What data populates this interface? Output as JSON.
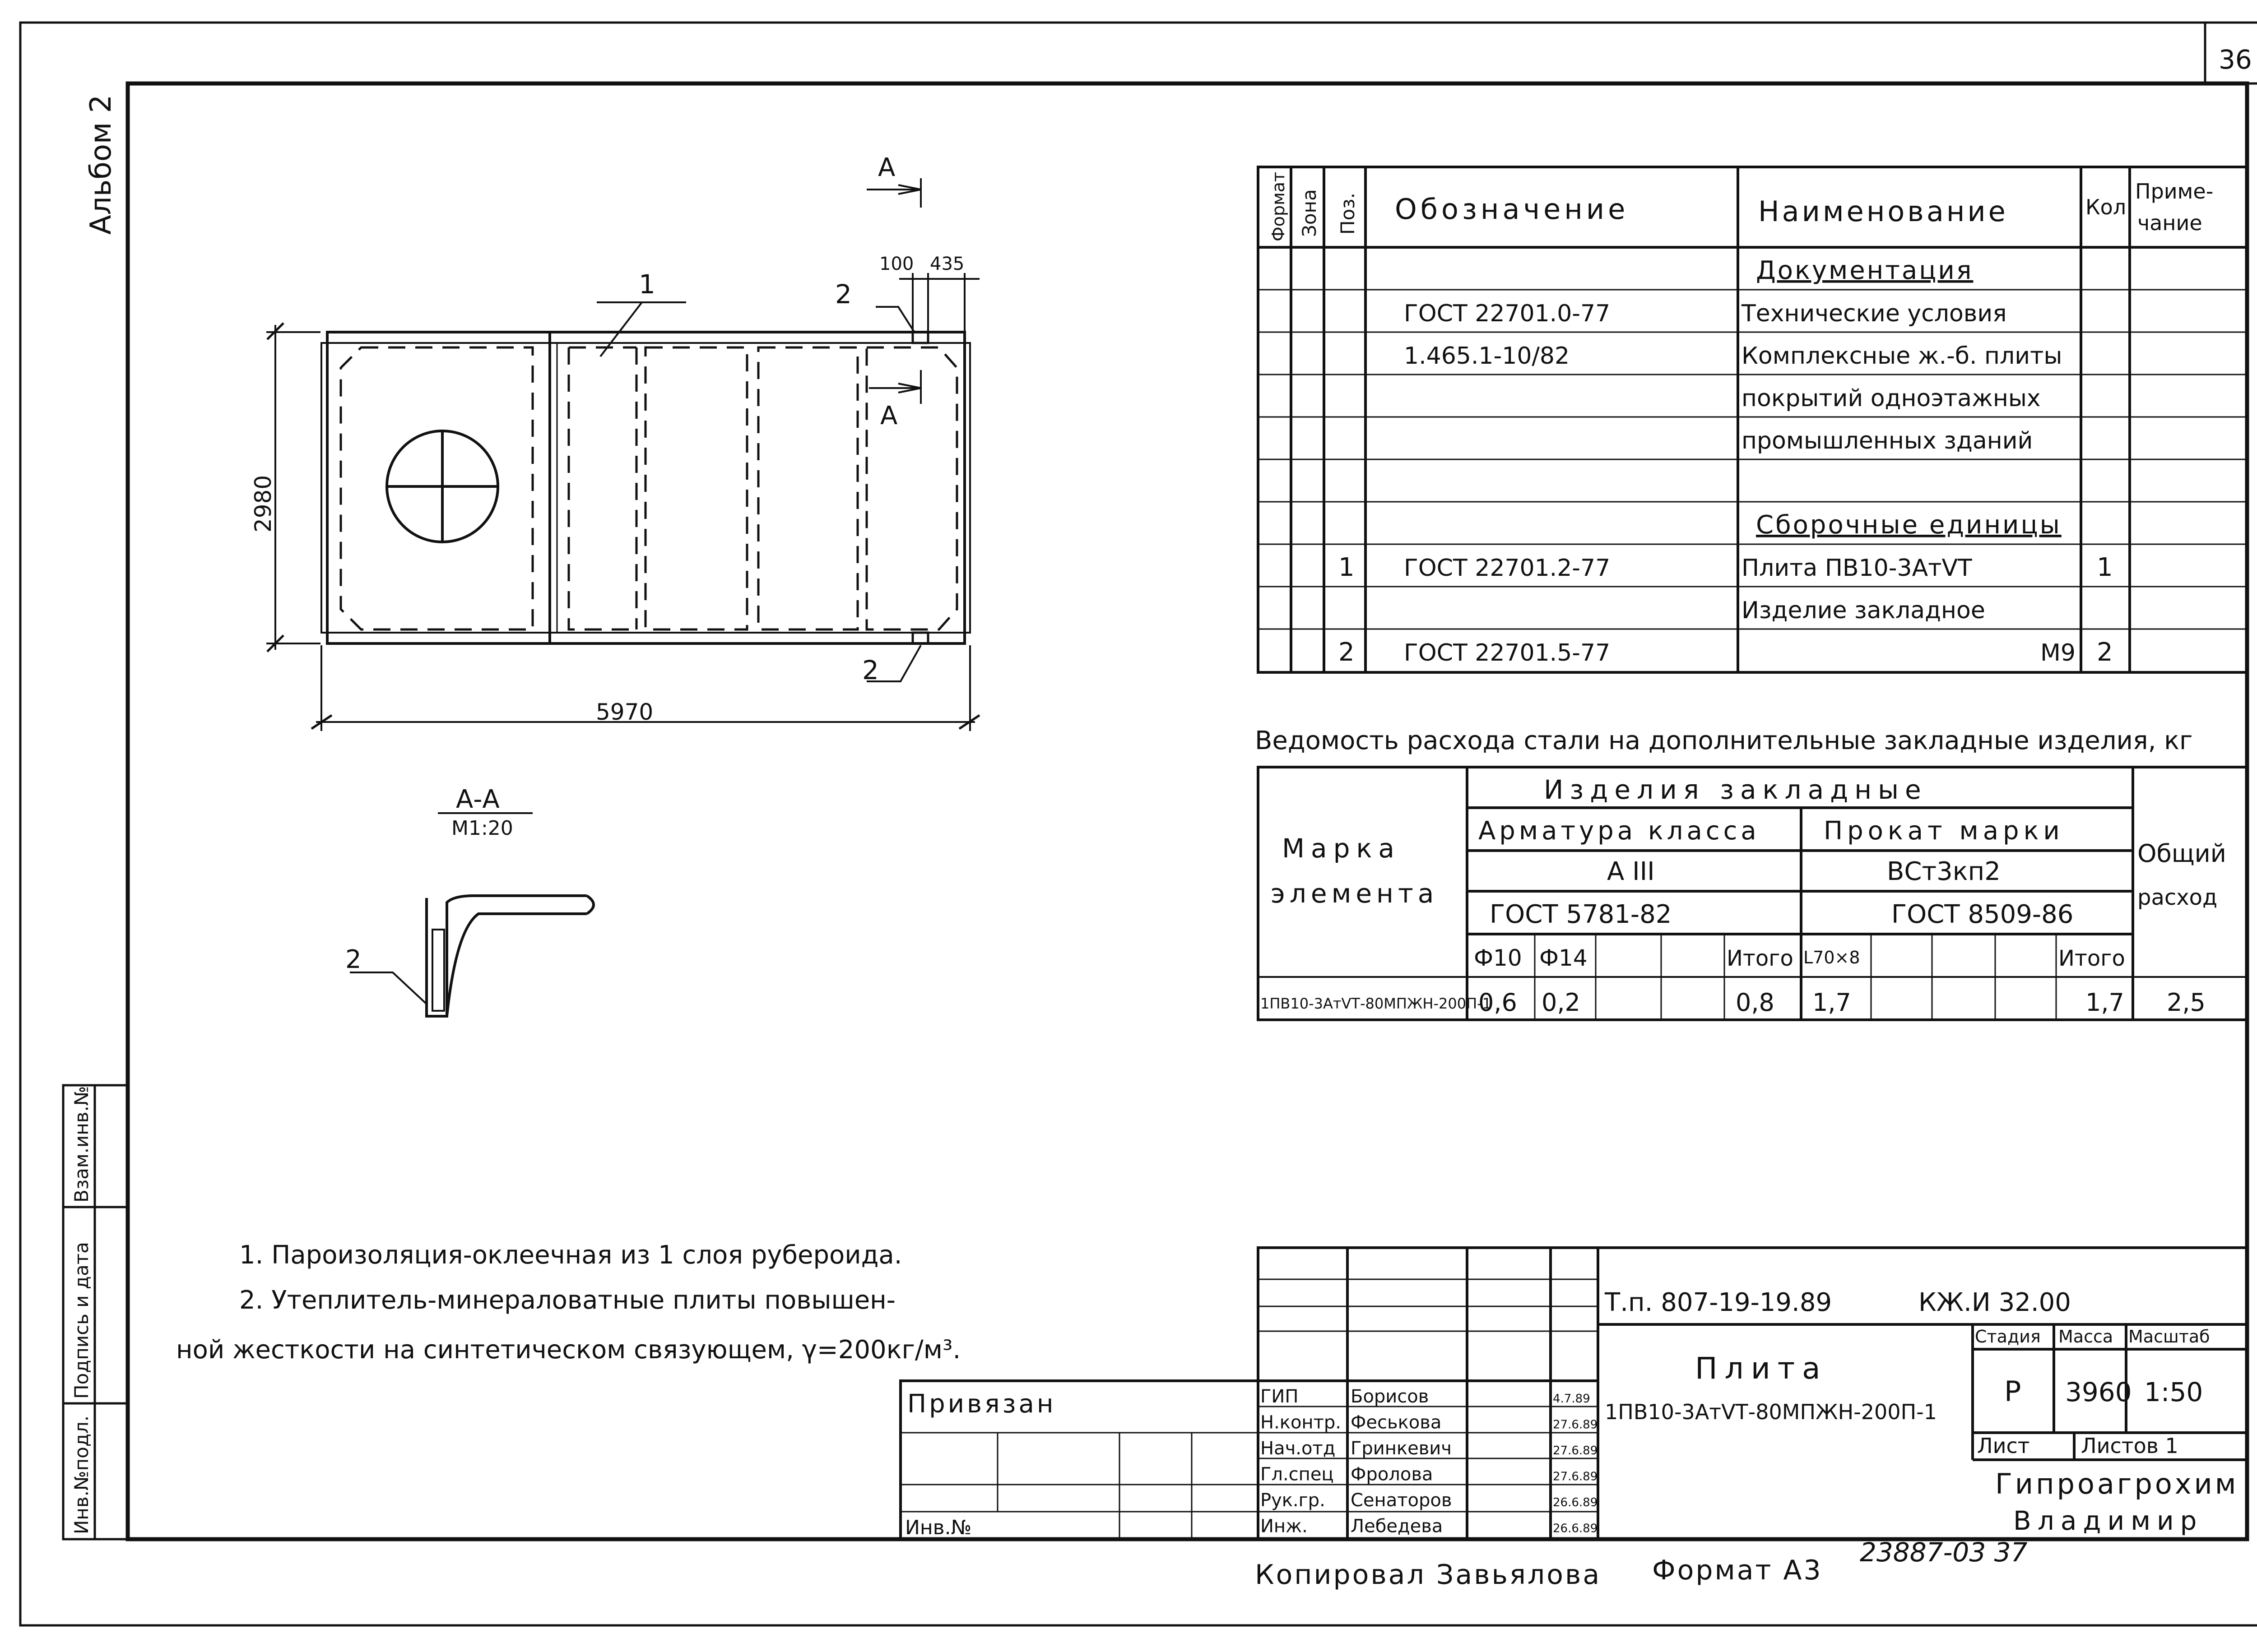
{
  "sheet_number": "36",
  "album": "Альбом 2",
  "plan": {
    "dim_width": "5970",
    "dim_height": "2980",
    "dim_100": "100",
    "dim_435": "435",
    "callout_1": "1",
    "callout_2a": "2",
    "callout_2b": "2",
    "section_mark": "А",
    "section_mark_2": "А"
  },
  "section": {
    "title": "А-А",
    "scale": "М1:20",
    "callout": "2"
  },
  "spec": {
    "headers": {
      "format": "Формат",
      "zone": "Зона",
      "pos": "Поз.",
      "designation": "Обозначение",
      "name": "Наименование",
      "qty": "Кол.",
      "note_1": "Приме-",
      "note_2": "чание"
    },
    "rows": [
      {
        "pos": "",
        "designation": "",
        "name": "Документация",
        "qty": ""
      },
      {
        "pos": "",
        "designation": "ГОСТ 22701.0-77",
        "name": "Технические условия",
        "qty": ""
      },
      {
        "pos": "",
        "designation": "1.465.1-10/82",
        "name": "Комплексные ж.-б. плиты",
        "qty": ""
      },
      {
        "pos": "",
        "designation": "",
        "name": "покрытий одноэтажных",
        "qty": ""
      },
      {
        "pos": "",
        "designation": "",
        "name": "промышленных зданий",
        "qty": ""
      },
      {
        "pos": "",
        "designation": "",
        "name": "",
        "qty": ""
      },
      {
        "pos": "",
        "designation": "",
        "name": "Сборочные единицы",
        "qty": ""
      },
      {
        "pos": "1",
        "designation": "ГОСТ 22701.2-77",
        "name": "Плита ПВ10-3АтVТ",
        "qty": "1"
      },
      {
        "pos": "",
        "designation": "",
        "name": "Изделие закладное",
        "qty": ""
      },
      {
        "pos": "2",
        "designation": "ГОСТ 22701.5-77",
        "name": "М9",
        "qty": "2"
      }
    ]
  },
  "steel": {
    "title": "Ведомость расхода стали на дополнительные закладные изделия, кг",
    "mark_1": "Марка",
    "mark_2": "элемента",
    "embedded": "Изделия закладные",
    "rebar_class": "Арматура класса",
    "rebar_grade": "А III",
    "rebar_gost": "ГОСТ 5781-82",
    "rolled": "Прокат марки",
    "rolled_grade": "ВСт3кп2",
    "rolled_gost": "ГОСТ 8509-86",
    "total_1": "Общий",
    "total_2": "расход",
    "col_f10": "Ф10",
    "col_f14": "Ф14",
    "col_itogo1": "Итого",
    "col_l70": "L70×8",
    "col_itogo2": "Итого",
    "row": {
      "mark": "1ПВ10-3АтVТ-80МПЖН-200П-1",
      "f10": "0,6",
      "f14": "0,2",
      "itogo1": "0,8",
      "l70": "1,7",
      "itogo2": "1,7",
      "total": "2,5"
    }
  },
  "notes": {
    "line1": "1. Пароизоляция-оклеечная из 1 слоя рубероида.",
    "line2": "2. Утеплитель-минераловатные плиты повышен-",
    "line3": "ной жесткости на синтетическом связующем, γ=200кг/м³."
  },
  "side_stamp": {
    "inv_podl": "Инв.№подл.",
    "podpis": "Подпись и дата",
    "vzam": "Взам.инв.№"
  },
  "title_block": {
    "privyazan": "Привязан",
    "inv_no": "Инв.№",
    "roles": [
      "ГИП",
      "Н.контр.",
      "Нач.отд",
      "Гл.спец",
      "Рук.гр.",
      "Инж."
    ],
    "names": [
      "Борисов",
      "Феськова",
      "Гринкевич",
      "Фролова",
      "Сенаторов",
      "Лебедева"
    ],
    "dates": [
      "4.7.89",
      "27.6.89",
      "27.6.89",
      "27.6.89",
      "26.6.89",
      "26.6.89"
    ],
    "project": "Т.п. 807-19-19.89",
    "code": "КЖ.И 32.00",
    "item_title": "Плита",
    "item_mark": "1ПВ10-3АтVТ-80МПЖН-200П-1",
    "stage_label": "Стадия",
    "mass_label": "Масса",
    "scale_label": "Масштаб",
    "stage": "Р",
    "mass": "3960",
    "scale": "1:50",
    "sheet_label": "Лист",
    "sheets_label": "Листов 1",
    "org_1": "Гипроагрохим",
    "org_2": "Владимир"
  },
  "footer": {
    "copied": "Копировал Завьялова",
    "format": "Формат А3",
    "number": "23887-03  37"
  }
}
